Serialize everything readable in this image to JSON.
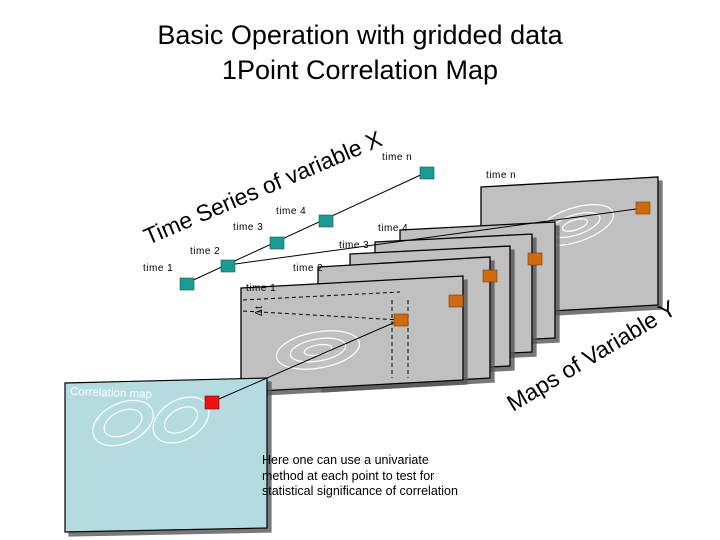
{
  "title": {
    "line1": "Basic Operation with gridded data",
    "line2": "1Point Correlation Map"
  },
  "time_series_label": "Time Series of variable X",
  "maps_label": "Maps of Variable Y",
  "x_time_labels": [
    "time 1",
    "time 2",
    "time 3",
    "time 4",
    "time n"
  ],
  "y_time_labels": [
    "time 1",
    "time 2",
    "time 3",
    "time 4",
    "time n"
  ],
  "delta_t": "Δt",
  "correlation_map_label": "Correlation map",
  "note_lines": [
    "Here one can use a univariate",
    "method at each point to test for",
    "statistical significance of correlation"
  ],
  "colors": {
    "teal_marker": "#1a9b93",
    "orange_marker": "#d06a10",
    "red_marker": "#ee1111",
    "panel_gray": "#c0c0c0",
    "correlation_panel": "#b4dce0"
  }
}
